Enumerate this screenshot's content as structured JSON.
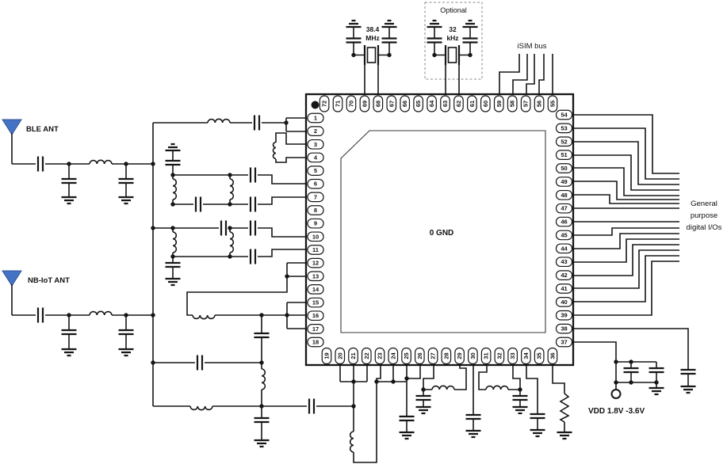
{
  "chip": {
    "center_pad_label": "0 GND",
    "pins": {
      "left": [
        "1",
        "2",
        "3",
        "4",
        "5",
        "6",
        "7",
        "8",
        "9",
        "10",
        "11",
        "12",
        "13",
        "14",
        "15",
        "16",
        "17",
        "18"
      ],
      "bottom": [
        "19",
        "20",
        "21",
        "22",
        "23",
        "24",
        "25",
        "26",
        "27",
        "28",
        "29",
        "30",
        "31",
        "32",
        "33",
        "34",
        "35",
        "36"
      ],
      "right": [
        "37",
        "38",
        "39",
        "40",
        "41",
        "42",
        "43",
        "44",
        "45",
        "46",
        "47",
        "48",
        "49",
        "50",
        "51",
        "52",
        "53",
        "54"
      ],
      "top": [
        "55",
        "56",
        "57",
        "58",
        "59",
        "60",
        "61",
        "62",
        "63",
        "64",
        "65",
        "66",
        "67",
        "68",
        "69",
        "70",
        "71",
        "72"
      ]
    }
  },
  "labels": {
    "ble_ant": "BLE ANT",
    "nbiot_ant": "NB-IoT ANT",
    "optional": "Optional",
    "isim_bus": "iSIM bus",
    "vdd": "VDD 1.8V -3.6V",
    "gpio_line1": "General",
    "gpio_line2": "purpose",
    "gpio_line3": "digital I/Os",
    "xtal_main_value": "38.4",
    "xtal_main_unit": "MHz",
    "xtal_rtc_value": "32",
    "xtal_rtc_unit": "kHz"
  },
  "colors": {
    "wire": "#161616",
    "antenna_fill": "#4472c4",
    "antenna_stroke": "#2e5395",
    "optional_box": "#8a8a8a"
  }
}
